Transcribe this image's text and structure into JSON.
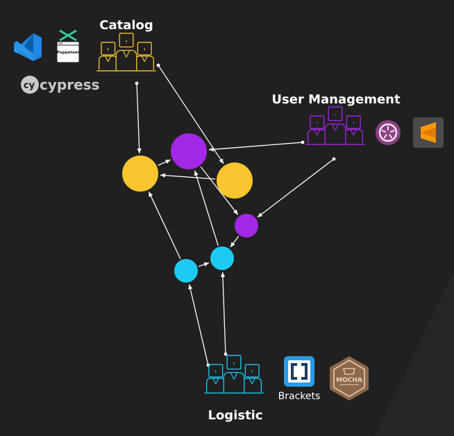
{
  "colors": {
    "background": "#202020",
    "background_shape": "#262626",
    "catalog": "#fac52e",
    "user_management": "#a228e6",
    "logistic": "#1fcaf2",
    "edge": "#ffffff"
  },
  "teams": {
    "catalog": {
      "label": "Catalog",
      "icon": "team-icon"
    },
    "user_management": {
      "label": "User Management",
      "icon": "team-icon"
    },
    "logistic": {
      "label": "Logistic",
      "icon": "team-icon"
    }
  },
  "tools": {
    "vscode": {
      "icon": "vscode-icon"
    },
    "puppeteer": {
      "label": "Puppeteer",
      "icon": "puppeteer-icon"
    },
    "cypress": {
      "label": "cypress",
      "icon": "cypress-icon"
    },
    "cypress_logo_letter": "cy",
    "jasmine": {
      "icon": "jasmine-icon"
    },
    "sublime": {
      "icon": "sublime-icon"
    },
    "brackets": {
      "label": "Brackets",
      "icon": "brackets-icon"
    },
    "mocha": {
      "label": "MOCHA",
      "icon": "mocha-icon"
    }
  },
  "graph": {
    "nodes": [
      {
        "id": "c1",
        "team": "catalog"
      },
      {
        "id": "c2",
        "team": "catalog"
      },
      {
        "id": "u1",
        "team": "user_management"
      },
      {
        "id": "u2",
        "team": "user_management"
      },
      {
        "id": "l1",
        "team": "logistic"
      },
      {
        "id": "l2",
        "team": "logistic"
      }
    ],
    "edges": [
      {
        "from": "team-catalog",
        "to": "c1"
      },
      {
        "from": "team-catalog",
        "to": "c2"
      },
      {
        "from": "team-user_management",
        "to": "u1"
      },
      {
        "from": "team-user_management",
        "to": "u2"
      },
      {
        "from": "team-logistic",
        "to": "l1"
      },
      {
        "from": "team-logistic",
        "to": "l2"
      },
      {
        "from": "c1",
        "to": "u1"
      },
      {
        "from": "c2",
        "to": "c1"
      },
      {
        "from": "u1",
        "to": "u2"
      },
      {
        "from": "u2",
        "to": "l2"
      },
      {
        "from": "l1",
        "to": "l2"
      },
      {
        "from": "l1",
        "to": "c1"
      },
      {
        "from": "l2",
        "to": "u1"
      }
    ]
  }
}
